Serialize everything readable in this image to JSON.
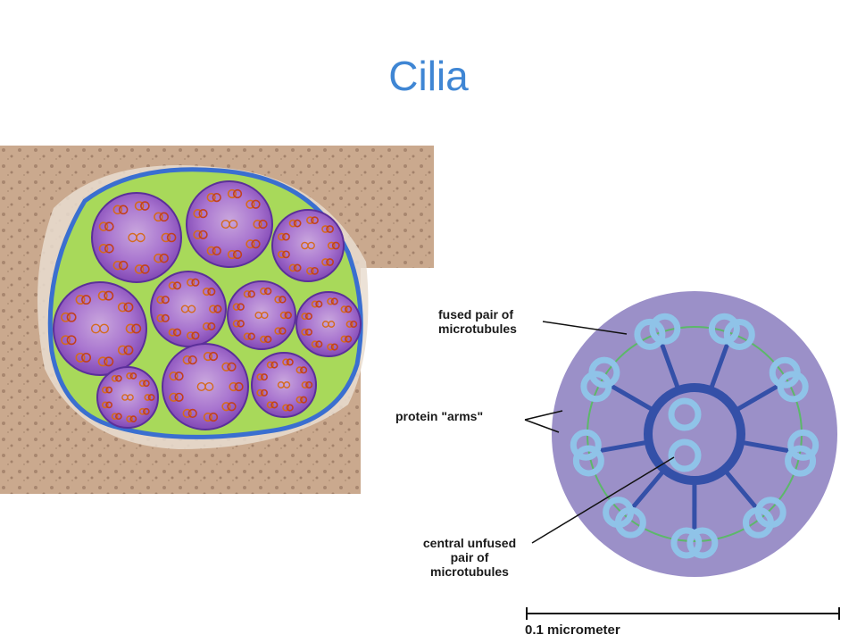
{
  "title": "Cilia",
  "labels": {
    "fused_line1": "fused pair of",
    "fused_line2": "microtubules",
    "arms": "protein \"arms\"",
    "central_line1": "central unfused",
    "central_line2": "pair of",
    "central_line3": "microtubules",
    "scale": "0.1 micrometer"
  },
  "colors": {
    "title": "#3f86d4",
    "section_fill": "#9d5fc4",
    "membrane": "#3a6fd0",
    "matrix": "#a8d95a",
    "tissue": "#c9a98c",
    "diagram_disc": "#9b90c8",
    "doublet": "#8fc3e8",
    "spokes": "#3450a8"
  }
}
